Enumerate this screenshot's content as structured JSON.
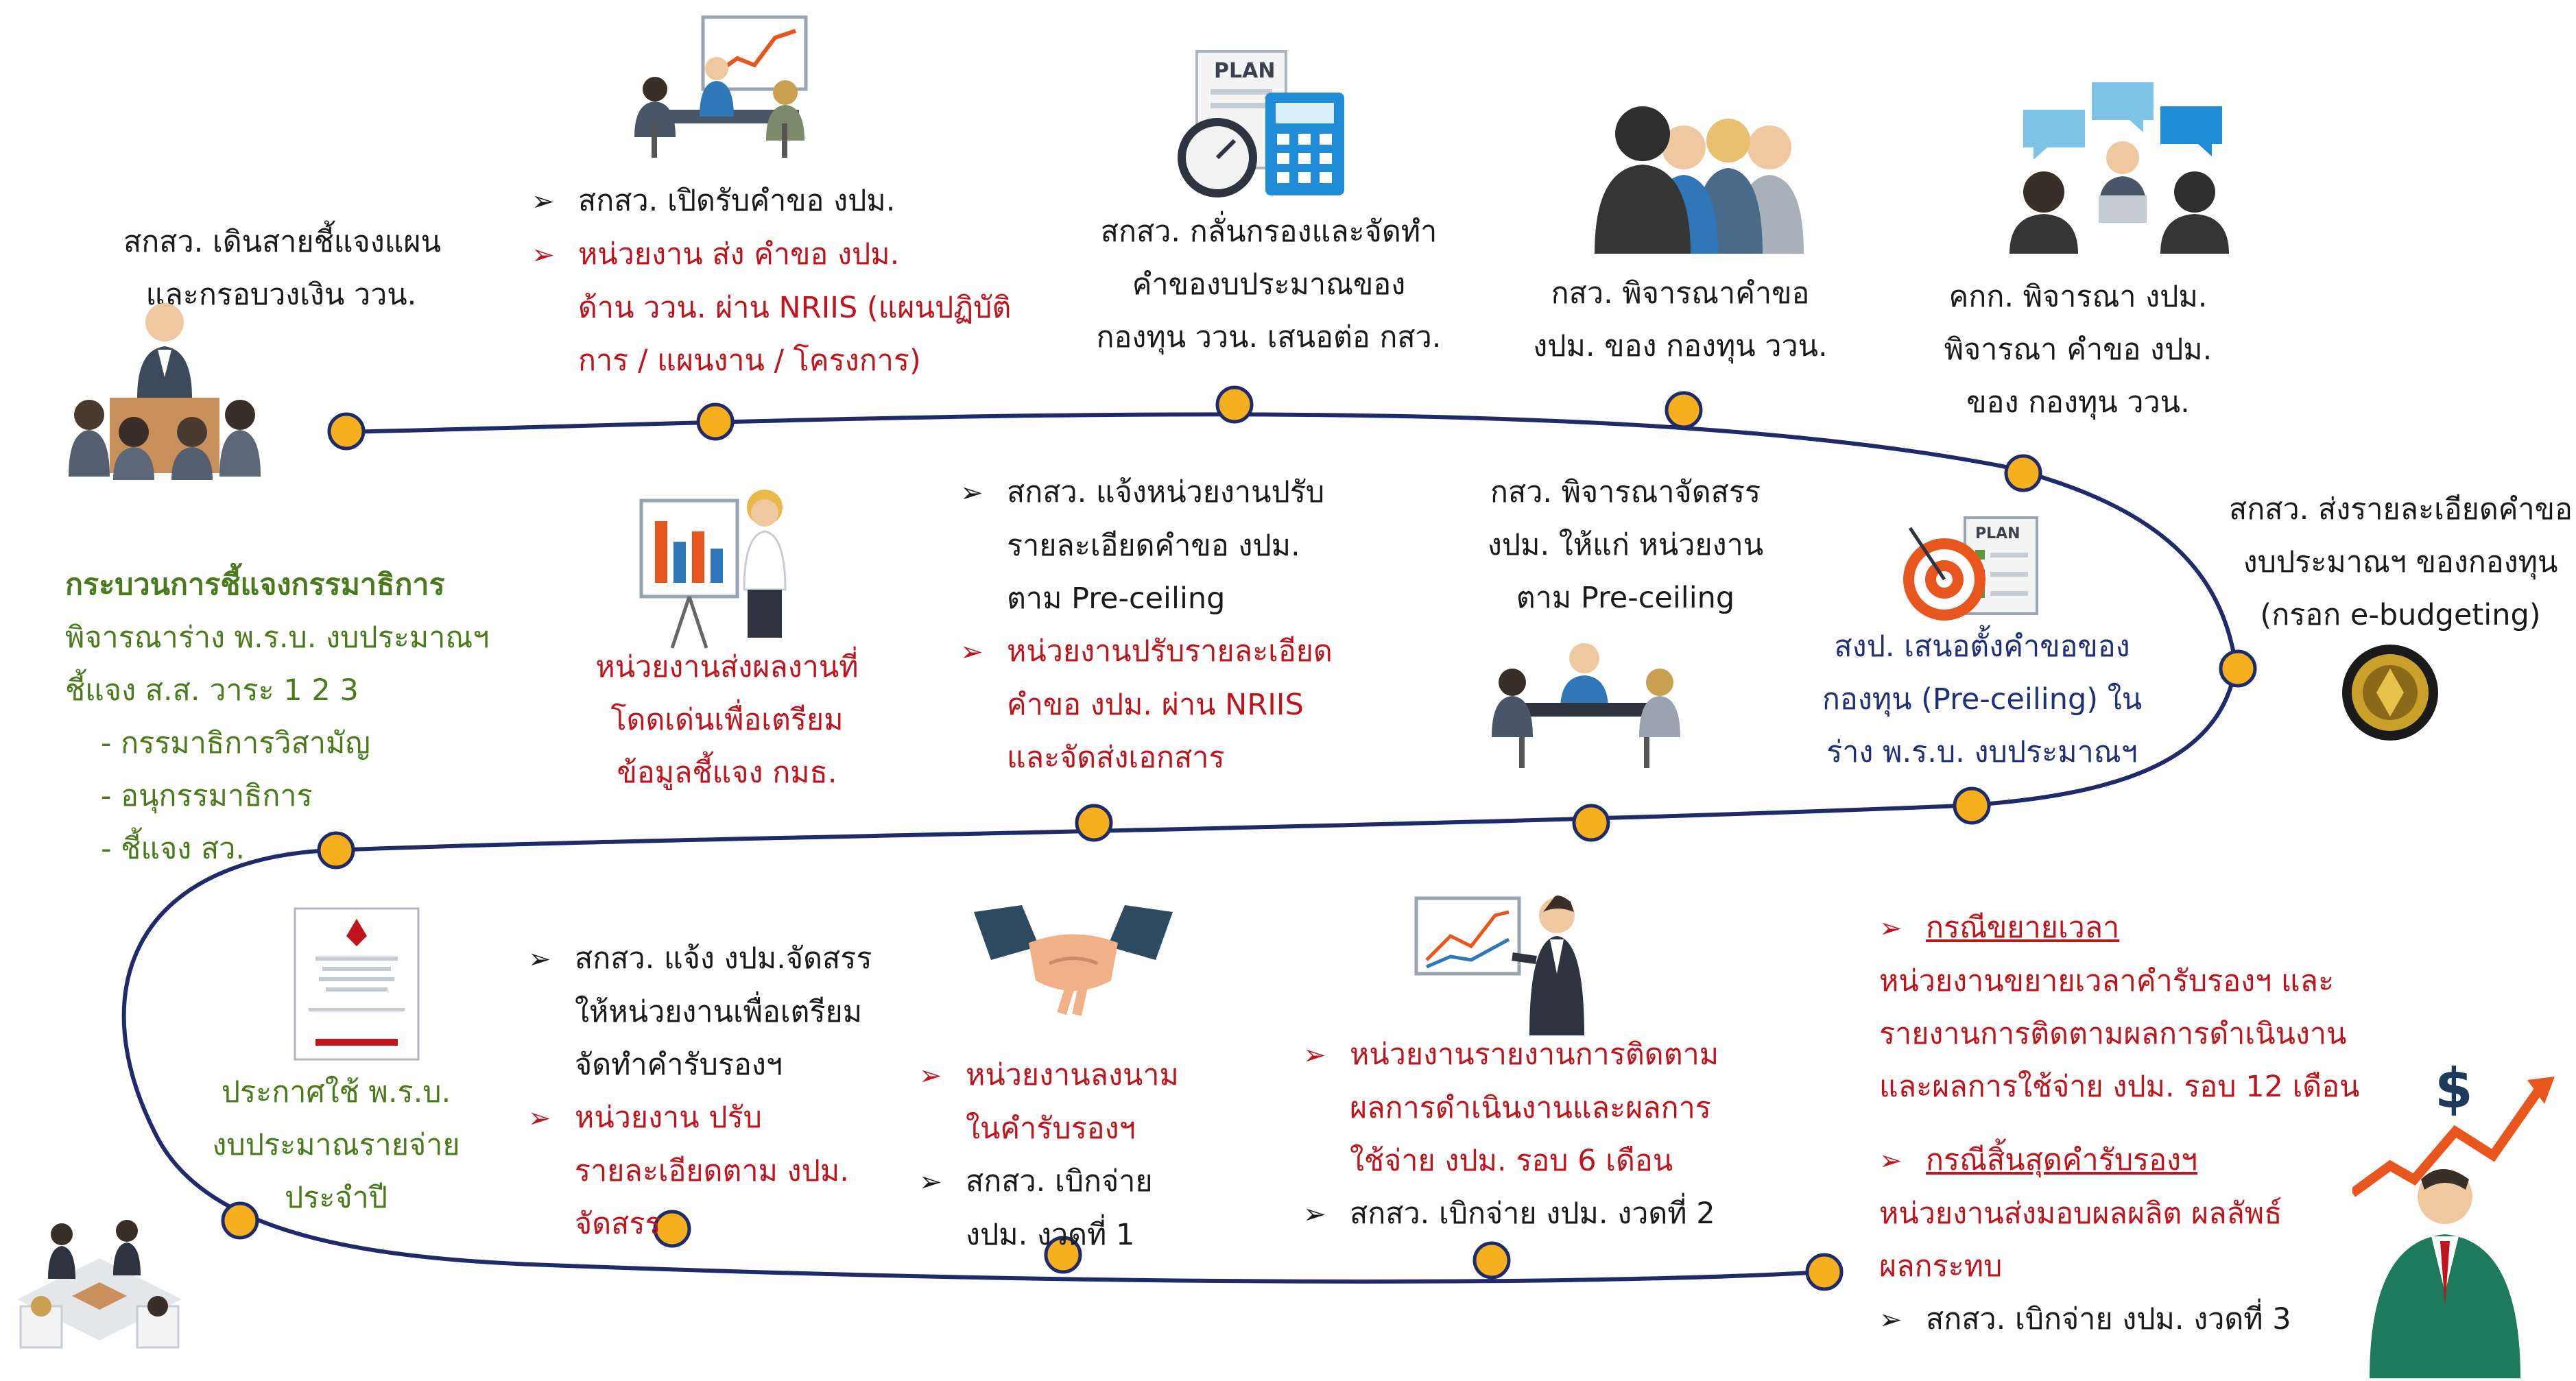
{
  "blocks": {
    "b1": {
      "lines": [
        "สกสว. เดินสายชี้แจงแผน",
        "และกรอบวงเงิน ววน."
      ]
    },
    "b2": {
      "items": [
        {
          "text": "สกสว. เปิดรับคำขอ งปม."
        },
        {
          "text": "หน่วยงาน ส่ง คำขอ งปม.",
          "more": [
            "ด้าน ววน.  ผ่าน NRIIS (แผนปฏิบัติ",
            "การ / แผนงาน / โครงการ)"
          ]
        }
      ]
    },
    "b3": {
      "lines": [
        "สกสว. กลั่นกรองและจัดทำ",
        "คำของบประมาณของ",
        "กองทุน ววน. เสนอต่อ กสว."
      ]
    },
    "b4": {
      "lines": [
        "กสว. พิจารณาคำขอ",
        "งปม. ของ กองทุน ววน."
      ]
    },
    "b5": {
      "lines": [
        "คกก. พิจารณา งปม.",
        "พิจารณา คำขอ งปม.",
        "ของ กองทุน ววน."
      ]
    },
    "b6": {
      "lines": [
        "สกสว. ส่งรายละเอียดคำขอ",
        "งบประมาณฯ ของกองทุน",
        "(กรอก e-budgeting)"
      ]
    },
    "b7": {
      "lines": [
        "สงป. เสนอตั้งคำขอของ",
        "กองทุน (Pre-ceiling)  ใน",
        "ร่าง พ.ร.บ. งบประมาณฯ"
      ]
    },
    "b8": {
      "lines": [
        "กสว. พิจารณาจัดสรร",
        "งปม. ให้แก่ หน่วยงาน",
        "ตาม Pre-ceiling"
      ]
    },
    "b9": {
      "items": [
        {
          "text": "สกสว. แจ้งหน่วยงานปรับ",
          "more": [
            "รายละเอียดคำขอ งปม.",
            "ตาม Pre-ceiling"
          ]
        },
        {
          "text": "หน่วยงานปรับรายละเอียด",
          "more": [
            "คำขอ งปม. ผ่าน NRIIS",
            "และจัดส่งเอกสาร"
          ]
        }
      ]
    },
    "b10": {
      "lines": [
        "หน่วยงานส่งผลงานที่",
        "โดดเด่นเพื่อเตรียม",
        "ข้อมูลชี้แจง กมธ."
      ]
    },
    "b11": {
      "title": "กระบวนการชี้แจงกรรมาธิการ",
      "lines": [
        "พิจารณาร่าง พ.ร.บ. งบประมาณฯ",
        "ชี้แจง ส.ส. วาระ 1 2 3"
      ],
      "subs": [
        "- กรรมาธิการวิสามัญ",
        "- อนุกรรมาธิการ",
        "- ชี้แจง สว."
      ]
    },
    "b12": {
      "lines": [
        "ประกาศใช้ พ.ร.บ.",
        "งบประมาณรายจ่าย",
        "ประจำปี"
      ]
    },
    "b13": {
      "items": [
        {
          "text": "สกสว. แจ้ง งปม.จัดสรร",
          "more": [
            "ให้หน่วยงานเพื่อเตรียม",
            "จัดทำคำรับรองฯ"
          ]
        },
        {
          "text": "หน่วยงาน ปรับ",
          "more": [
            "รายละเอียดตาม งปม.",
            "จัดสรร"
          ]
        }
      ]
    },
    "b14": {
      "items": [
        {
          "text": "หน่วยงานลงนาม",
          "more": [
            "ในคำรับรองฯ"
          ]
        },
        {
          "text": "สกสว. เบิกจ่าย",
          "more": [
            "งปม. งวดที่ 1"
          ]
        }
      ]
    },
    "b15": {
      "items": [
        {
          "text": "หน่วยงานรายงานการติดตาม",
          "more": [
            "ผลการดำเนินงานและผลการ",
            "ใช้จ่าย งปม. รอบ 6 เดือน"
          ]
        },
        {
          "text": "สกสว. เบิกจ่าย งปม. งวดที่ 2"
        }
      ]
    },
    "b16": {
      "items": [
        {
          "text": "กรณีขยายเวลา",
          "more": [
            "หน่วยงานขยายเวลาคำรับรองฯ และ",
            "รายงานการติดตามผลการดำเนินงาน",
            "และผลการใช้จ่าย งปม. รอบ 12 เดือน"
          ]
        },
        {
          "text": "กรณีสิ้นสุดคำรับรองฯ",
          "more": [
            "หน่วยงานส่งมอบผลผลิต ผลลัพธ์",
            "ผลกระทบ"
          ]
        },
        {
          "text": "สกสว. เบิกจ่าย งปม. งวดที่ 3"
        }
      ]
    }
  },
  "illustrations": {
    "plan_sign": "PLAN",
    "dollar_sign": "$"
  },
  "icons": {
    "bullet": "arrowhead-bullet-icon",
    "illustrations": [
      "audience-presentation-icon",
      "meeting-chart-icon",
      "plan-calculator-icon",
      "committee-icon",
      "discussion-icon",
      "emblem-seal-icon",
      "presenter-woman-icon",
      "target-plan-icon",
      "table-meeting-icon",
      "budget-act-document-icon",
      "handshake-icon",
      "analyst-chart-icon",
      "lounge-meeting-icon",
      "growth-dollar-icon"
    ]
  },
  "colors": {
    "track": "#1f2a6a",
    "node_fill": "#f6b01e",
    "node_stroke": "#1f2a6a",
    "red_text": "#c0141c",
    "green_text": "#4a7a1c",
    "navy_text": "#1f2f78"
  }
}
